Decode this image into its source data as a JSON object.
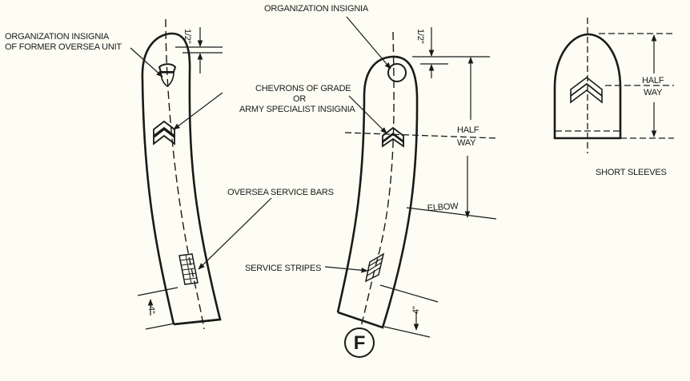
{
  "diagram": {
    "colors": {
      "background": "#fdfdf3",
      "ink": "#1a1a1a"
    },
    "left_sleeve": {
      "labels": {
        "insignia_line1": "ORGANIZATION INSIGNIA",
        "insignia_line2": "OF FORMER OVERSEA UNIT",
        "chevrons_line1": "CHEVRONS OF GRADE",
        "chevrons_line2": "OR",
        "chevrons_line3": "ARMY SPECIALIST INSIGNIA",
        "service_bars": "OVERSEA SERVICE BARS"
      },
      "dimensions": {
        "top_offset": "1/2\"",
        "bottom_offset": "4\""
      }
    },
    "right_sleeve": {
      "labels": {
        "insignia": "ORGANIZATION INSIGNIA",
        "half_way_line1": "HALF",
        "half_way_line2": "WAY",
        "elbow": "ELBOW",
        "service_stripes": "SERVICE STRIPES",
        "figure_letter": "F"
      },
      "dimensions": {
        "top_offset": "1/2\"",
        "bottom_offset": "4\""
      }
    },
    "short_sleeve": {
      "labels": {
        "half_way_line1": "HALF",
        "half_way_line2": "WAY",
        "caption": "SHORT SLEEVES"
      }
    }
  }
}
